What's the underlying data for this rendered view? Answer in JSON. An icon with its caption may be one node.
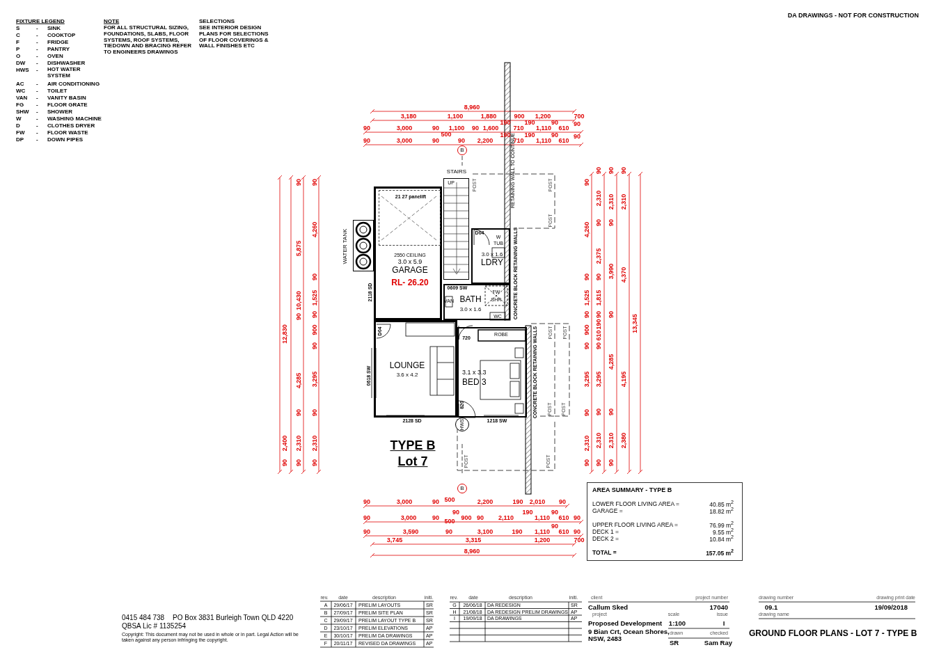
{
  "diagram": {
    "nodes": [
      {
        "text": [
          "2550 CEILING",
          "3.0 x 5.9",
          "GARAGE",
          "RL- 26.20"
        ]
      },
      {
        "text": [
          "21 27 panelift"
        ],
        "in": 0
      },
      {
        "text": [
          "STAIRS"
        ]
      },
      {
        "text": [
          "3.0 x 1.6",
          "LDRY"
        ]
      },
      {
        "text": [
          "BATH",
          "3.0 x 1.6"
        ]
      },
      {
        "text": [
          "LOUNGE",
          "3.6 x 4.2"
        ]
      },
      {
        "text": [
          "3.1 x 3.3",
          "BED 3"
        ]
      },
      {
        "text": [
          "WATER TANK"
        ]
      },
      {
        "text": [
          "AREA SUMMARY - TYPE B",
          "LOWER FLOOR LIVING AREA =",
          "40.85 m$^{2}$",
          "GARAGE =",
          "18.82 m$^{2}$",
          "UPPER FLOOR LIVING AREA =",
          "76.99 m$^{2}$",
          "DECK 1 =",
          "9.55 m$^{2}$",
          "DECK 2 =",
          "10.84 m$^{2}$",
          "TOTAL =",
          "157.05 m$^{2}$"
        ]
      }
    ],
    "labels": [
      "DA DRAWINGS - NOT FOR CONSTRUCTION",
      "FIXTURE LEGEND",
      "S",
      "-",
      "SINK",
      "C",
      "-",
      "COOKTOP",
      "F",
      "-",
      "FRIDGE",
      "P",
      "-",
      "PANTRY",
      "O",
      "-",
      "OVEN",
      "DW",
      "-",
      "DISHWASHER",
      "HWS",
      "-",
      "HOT WATER SYSTEM",
      "AC",
      "-",
      "AIR CONDITIONING",
      "WC",
      "-",
      "TOILET",
      "VAN",
      "-",
      "VANITY BASIN",
      "FG",
      "-",
      "FLOOR GRATE",
      "SHW",
      "-",
      "SHOWER",
      "W",
      "-",
      "WASHING MACHINE",
      "D",
      "-",
      "CLOTHES DRYER",
      "FW",
      "-",
      "FLOOR WASTE",
      "DP",
      "-",
      "DOWN PIPES",
      "NOTE",
      "FOR ALL STRUCTURAL SIZING, FOUNDATIONS, SLABS, FLOOR SYSTEMS, ROOF SYSTEMS, TIEDOWN AND BRACING REFER TO ENGINEERS DRAWINGS",
      "SELECTIONS",
      "SEE INTERIOR DESIGN PLANS FOR SELECTIONS OF FLOOR COVERINGS & WALL FINISHES ETC",
      "8,960",
      "3,180",
      "1,100",
      "1,880",
      "900",
      "1,200",
      "700",
      "90",
      "3,000",
      "90",
      "1,100",
      "90",
      "1,600",
      "190",
      "710",
      "190",
      "1,110",
      "90",
      "610",
      "90",
      "500",
      "90",
      "3,000",
      "90",
      "90",
      "2,200",
      "190",
      "710",
      "190",
      "1,110",
      "90",
      "610",
      "90",
      "B",
      "12,830",
      "2,400",
      "90",
      "90",
      "5,875",
      "10,430",
      "90",
      "4,285",
      "90",
      "2,310",
      "90",
      "90",
      "4,260",
      "90",
      "1,525",
      "90",
      "900",
      "90",
      "3,295",
      "90",
      "2,310",
      "90",
      "90",
      "4,260",
      "90",
      "1,525",
      "90",
      "900",
      "90",
      "3,295",
      "90",
      "2,310",
      "90",
      "90",
      "2,310",
      "90",
      "2,375",
      "90",
      "1,815",
      "90",
      "190",
      "610",
      "90",
      "3,295",
      "90",
      "2,310",
      "90",
      "90",
      "2,310",
      "90",
      "3,990",
      "90",
      "4,285",
      "90",
      "2,310",
      "90",
      "90",
      "2,310",
      "4,370",
      "4,195",
      "2,380",
      "13,345",
      "RETAINING WALL TO CONTINUE",
      "UP",
      "POST",
      "POST",
      "POST",
      "D04",
      "W",
      "TUB",
      "0609 SW",
      "2118 SD",
      "VAN",
      "FW",
      "SHR",
      "WC",
      "CONCRETE BLOCK RETAINING WALLS",
      "D04",
      "720",
      "ROBE",
      "POST",
      "POST",
      "0618 SW",
      "CONCRETE BLOCK RETAINING WALLS",
      "820",
      "POST",
      "POST",
      "2128 SD",
      "1218 SW",
      "HWS",
      "TYPE B",
      "Lot 7",
      "POST",
      "POST",
      "B",
      "90",
      "3,000",
      "90",
      "500",
      "2,200",
      "190",
      "2,010",
      "90",
      "90",
      "190",
      "90",
      "90",
      "3,000",
      "90",
      "500",
      "900",
      "90",
      "2,110",
      "1,110",
      "610",
      "90",
      "90",
      "90",
      "3,590",
      "90",
      "3,100",
      "190",
      "1,110",
      "610",
      "90",
      "3,745",
      "3,315",
      "1,200",
      "700",
      "8,960",
      "0415 484 738",
      "PO Box 3831 Burleigh Town QLD 4220",
      "QBSA Lic # 1135254",
      "Copyright: This document may not be used in whole or in part. Legal Action will be taken against any person infringing the copyright.",
      "rev.",
      "date",
      "description",
      "initi.",
      "A",
      "29/06/17",
      "PRELIM LAYOUTS",
      "SR",
      "B",
      "27/09/17",
      "PRELIM SITE PLAN",
      "SR",
      "C",
      "29/09/17",
      "PRELIM LAYOUT TYPE B",
      "SR",
      "D",
      "23/10/17",
      "PRELIM ELEVATIONS",
      "AP",
      "E",
      "30/10/17",
      "PRELIM DA DRAWINGS",
      "AP",
      "F",
      "20/11/17",
      "REVISED DA DRAWINGS",
      "AP",
      "rev.",
      "date",
      "description",
      "initi.",
      "G",
      "26/06/18",
      "DA REDESIGN",
      "SR",
      "H",
      "21/08/18",
      "DA REDESIGN PRELIM DRAWINGS",
      "AP",
      "I",
      "19/09/18",
      "DA DRAWINGS",
      "AP",
      "client",
      "project number",
      "drawing number",
      "drawing print date",
      "Callum Sked",
      "17040",
      "09.1",
      "19/09/2018",
      "project",
      "scale",
      "issue",
      "drawing name",
      "Proposed Development",
      "1:100",
      "I",
      "9 Bian Crt, Ocean Shores, NSW, 2483",
      "drawn",
      "checked",
      "GROUND FLOOR PLANS - LOT 7 - TYPE B",
      "SR",
      "Sam Ray"
    ]
  }
}
